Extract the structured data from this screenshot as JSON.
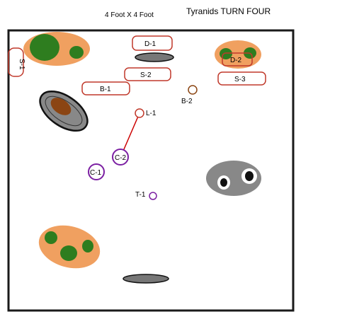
{
  "header": {
    "board_size": "4 Foot X 4 Foot",
    "turn_title": "Tyranids TURN FOUR"
  },
  "colors": {
    "board_border": "#1a1a1a",
    "deploy_red": "#c0392b",
    "terrain_orange": "#f0a060",
    "forest_green": "#2e7d1f",
    "rock_gray": "#888888",
    "rock_dark": "#555555",
    "mud_brown": "#8b4513",
    "purple_marker": "#7b1fa2",
    "move_line_red": "#cc0000"
  },
  "zones": {
    "s1": "S-1",
    "d1": "D-1",
    "d2": "D-2",
    "s2": "S-2",
    "s3": "S-3",
    "b1": "B-1"
  },
  "units": {
    "b2": "B-2",
    "l1": "L-1",
    "c2": "C-2",
    "c1": "C-1",
    "t1": "T-1"
  }
}
